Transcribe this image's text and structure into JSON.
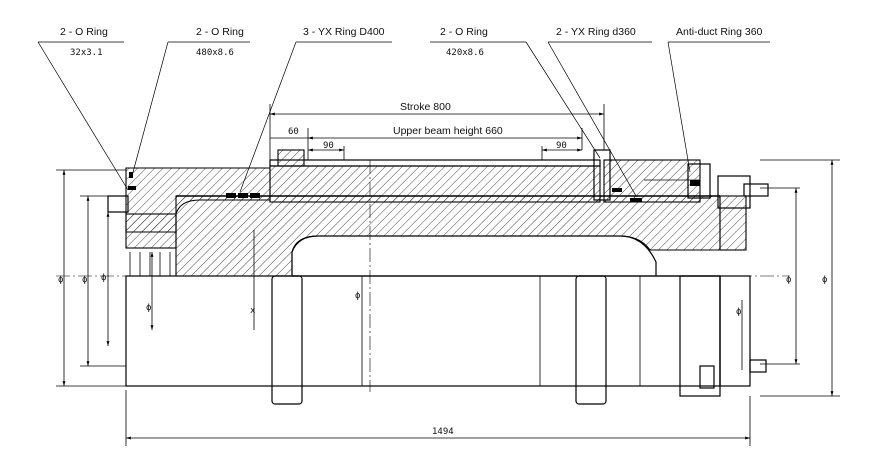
{
  "callouts": [
    {
      "label": "2 - O Ring",
      "spec": "32x3.1"
    },
    {
      "label": "2 - O Ring",
      "spec": "480x8.6"
    },
    {
      "label": "3 - YX Ring D400",
      "spec": ""
    },
    {
      "label": "2 - O Ring",
      "spec": "420x8.6"
    },
    {
      "label": "2 - YX Ring d360",
      "spec": ""
    },
    {
      "label": "Anti-duct Ring 360",
      "spec": ""
    }
  ],
  "dimensions": {
    "stroke": "Stroke 800",
    "upper_beam_height": "Upper beam height 660",
    "left_offset": "60",
    "left_90": "90",
    "right_90": "90",
    "overall_length": "1494",
    "diameter_symbol": "ϕ",
    "x_mark": "x"
  }
}
